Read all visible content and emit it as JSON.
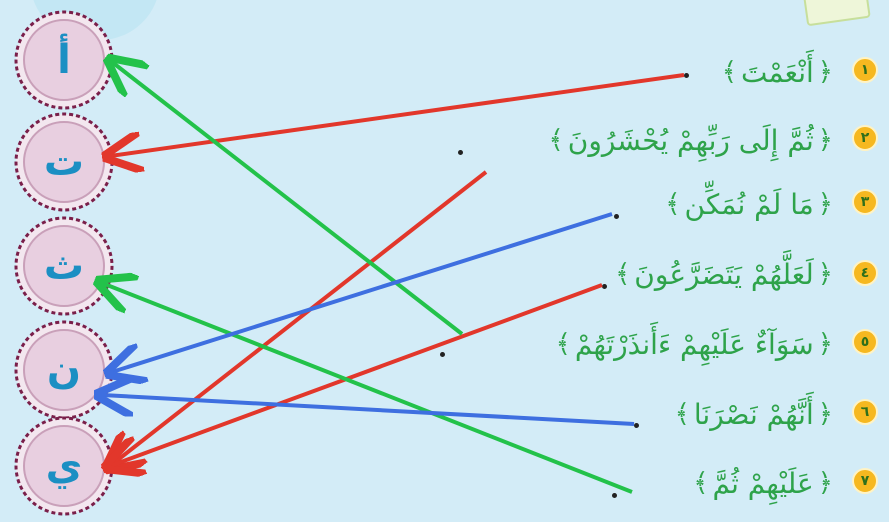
{
  "letters": [
    "أ",
    "ت",
    "ث",
    "ن",
    "ي"
  ],
  "rows": [
    {
      "num": "١",
      "text": "أَنْعَمْتَ"
    },
    {
      "num": "٢",
      "text": "ثُمَّ إِلَى رَبِّهِمْ يُحْشَرُونَ"
    },
    {
      "num": "٣",
      "text": "مَا لَمْ نُمَكِّن"
    },
    {
      "num": "٤",
      "text": "لَعَلَّهُمْ يَتَضَرَّعُونَ"
    },
    {
      "num": "٥",
      "text": "سَوَآءٌ عَلَيْهِمْ ءَأَنذَرْتَهُمْ"
    },
    {
      "num": "٦",
      "text": "أَنَّهُمْ نَصْرَنَا"
    },
    {
      "num": "٧",
      "text": "عَلَيْهِمْ ثُمَّ"
    }
  ],
  "brackets": {
    "open": "﴿",
    "close": "﴾"
  },
  "colors": {
    "red": "#e2372b",
    "green": "#23c24a",
    "blue": "#3e6fe0",
    "background": "#d3ecf7"
  }
}
